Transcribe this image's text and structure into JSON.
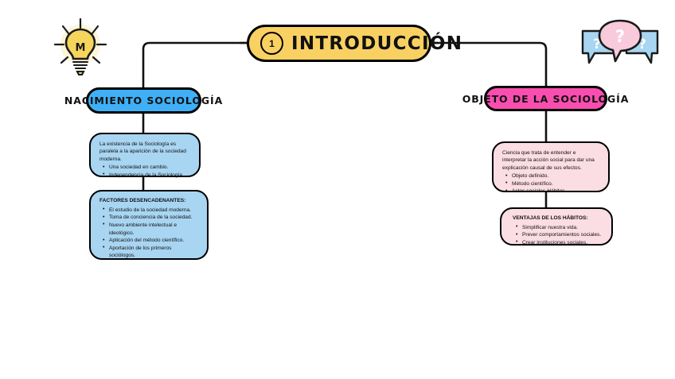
{
  "diagram": {
    "title_node": {
      "number": "1",
      "label": "INTRODUCCIÓN",
      "color": "#F9D162"
    },
    "decorations": [
      {
        "name": "lightbulb-icon",
        "letter": "M",
        "color": "#F6D55C"
      },
      {
        "name": "question-speech-bubbles-icon",
        "mark": "?",
        "blue": "#A8D5F2",
        "pink": "#F9CADB"
      }
    ],
    "branches": [
      {
        "id": "left",
        "header": {
          "label": "NACIMIENTO SOCIOLOGÍA",
          "color": "#3FB0F7"
        },
        "cards": [
          {
            "id": "left-1",
            "color": "#A8D5F2",
            "title": "",
            "paragraph": "La existencia de la Sociología es paralela a la aparición de la sociedad moderna.",
            "bullets": [
              "Una sociedad en cambio.",
              "Independencia de la Sociología."
            ]
          },
          {
            "id": "left-2",
            "color": "#A8D5F2",
            "title": "FACTORES DESENCADENANTES:",
            "paragraph": "",
            "bullets": [
              "El estudio de la sociedad moderna.",
              "Toma de conciencia de la sociedad.",
              "Nuevo ambiente intelectual e ideológico.",
              "Aplicación del método científico.",
              "Aportación de los primeros sociólogos."
            ]
          }
        ]
      },
      {
        "id": "right",
        "header": {
          "label": "OBJETO DE LA SOCIOLOGÍA",
          "color": "#F94EB0"
        },
        "cards": [
          {
            "id": "right-1",
            "color": "#FBDDE4",
            "title": "",
            "paragraph": "Ciencia que trata de entender e interpretar la acción social para dar una explicación causal de sus efectos.",
            "bullets": [
              "Objeto definido.",
              "Método científico.",
              "Actos sociales-Hábitos."
            ]
          },
          {
            "id": "right-2",
            "color": "#FBDDE4",
            "title": "VENTAJAS DE LOS HÁBITOS:",
            "paragraph": "",
            "bullets": [
              "Simplificar nuestra vida.",
              "Prever comportamientos sociales.",
              "Crear instituciones sociales."
            ]
          }
        ]
      }
    ]
  }
}
